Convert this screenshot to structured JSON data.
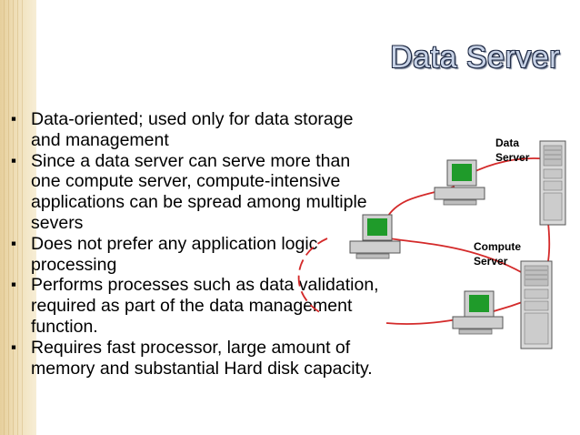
{
  "slide": {
    "title": "Data Server",
    "bullets": [
      "Data-oriented; used only for data storage and management",
      "Since a data server can serve more than one compute server, compute-intensive applications can be spread among multiple severs",
      "Does not prefer any application logic processing",
      "Performs processes such as data validation, required as part of the data management function.",
      "Requires fast processor, large amount of memory and substantial Hard disk capacity."
    ],
    "bullet_marker": "▪"
  },
  "diagram": {
    "data_server_label": [
      "Data",
      "Server"
    ],
    "compute_server_label": [
      "Compute",
      "Server"
    ],
    "link_color": "#d42a2a",
    "screen_color": "#1f9b2a"
  }
}
